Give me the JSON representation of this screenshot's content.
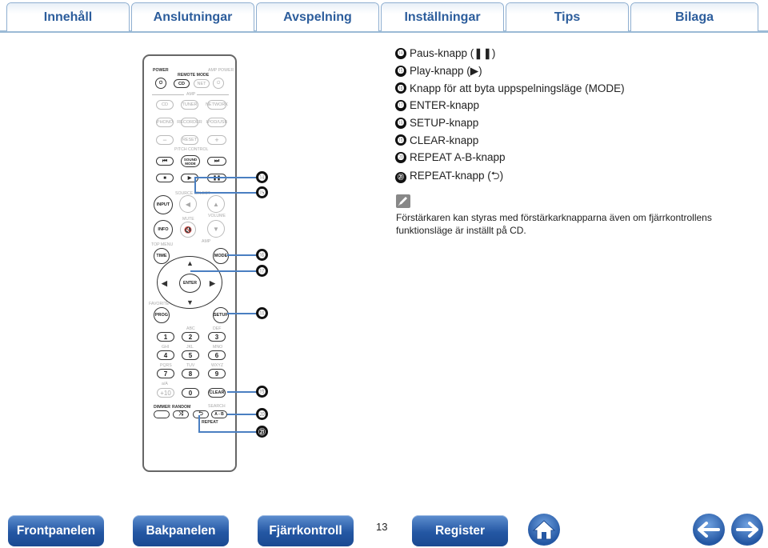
{
  "tabs": [
    "Innehåll",
    "Anslutningar",
    "Avspelning",
    "Inställningar",
    "Tips",
    "Bilaga"
  ],
  "remote": {
    "power": "POWER",
    "remote_mode": "REMOTE MODE",
    "amp_power": "AMP POWER",
    "cd": "CD",
    "net": "NET",
    "amp": "AMP",
    "amp2": "AMP",
    "cd_src": "CD",
    "tuner": "TUNER",
    "network": "NETWORK",
    "phono": "PHONO",
    "recorder": "RECORDER",
    "ipod_usb": "IPOD/USB",
    "minus": "−",
    "reset": "RESET",
    "plus": "+",
    "pitch_control": "PITCH CONTROL",
    "sound_mode": "SOUND MODE",
    "source_select": "SOURCE SELECT",
    "input": "INPUT",
    "mute": "MUTE",
    "volume": "VOLUME",
    "info": "INFO",
    "top_menu": "TOP MENU",
    "time": "TIME",
    "mode": "MODE",
    "enter": "ENTER",
    "favorite": "FAVORITE",
    "prog": "PROG",
    "setup": "SETUP",
    "abc": "ABC",
    "def": "DEF",
    "ghi": "GHI",
    "jkl": "JKL",
    "mno": "MNO",
    "pqrs": "PQRS",
    "tuv": "TUV",
    "wxyz": "WXYZ",
    "alt": "a/A",
    "search": "SEARCH",
    "n1": "1",
    "n2": "2",
    "n3": "3",
    "n4": "4",
    "n5": "5",
    "n6": "6",
    "n7": "7",
    "n8": "8",
    "n9": "9",
    "n0": "0",
    "plus10": "+10",
    "clear": "CLEAR",
    "dimmer": "DIMMER",
    "random": "RANDOM",
    "ab": "A - B",
    "repeat": "REPEAT"
  },
  "callouts": [
    "⓮",
    "⓯",
    "⓰",
    "⓱",
    "⓲",
    "⓳",
    "⓴",
    "㉑"
  ],
  "legend": [
    {
      "num": "⓮",
      "text": "Paus-knapp (❚❚)"
    },
    {
      "num": "⓯",
      "text": "Play-knapp (▶)"
    },
    {
      "num": "⓰",
      "text": "Knapp för att byta uppspelningsläge (MODE)"
    },
    {
      "num": "⓱",
      "text": "ENTER-knapp"
    },
    {
      "num": "⓲",
      "text": "SETUP-knapp"
    },
    {
      "num": "⓳",
      "text": "CLEAR-knapp"
    },
    {
      "num": "⓴",
      "text": "REPEAT A-B-knapp"
    },
    {
      "num": "㉑",
      "text": "REPEAT-knapp (⮌)"
    }
  ],
  "note": "Förstärkaren kan styras med förstärkarknapparna även om fjärrkontrollens funktionsläge är inställt på CD.",
  "footer": {
    "front": "Frontpanelen",
    "rear": "Bakpanelen",
    "remote": "Fjärrkontroll",
    "page": "13",
    "register": "Register"
  },
  "colors": {
    "accent": "#2457a3",
    "tab_text": "#2c5d9c",
    "callout_line": "#4a7fc1"
  }
}
